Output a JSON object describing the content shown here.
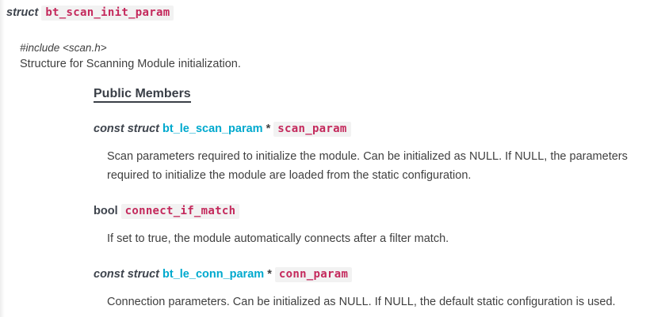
{
  "colors": {
    "accent_crimson": "#c4295c",
    "link_cyan": "#00a9ce",
    "text": "#404040",
    "chip_background": "#f2f2f2"
  },
  "struct": {
    "keyword": "struct",
    "name": "bt_scan_init_param",
    "include": "#include <scan.h>",
    "brief": "Structure for Scanning Module initialization."
  },
  "members": {
    "heading": "Public Members",
    "items": [
      {
        "keywords": "const struct",
        "keywords_italic": true,
        "type_link": "bt_le_scan_param",
        "pointer": "*",
        "name": "scan_param",
        "description": "Scan parameters required to initialize the module. Can be initialized as NULL. If NULL, the parameters required to initialize the module are loaded from the static configuration."
      },
      {
        "keywords": "bool",
        "keywords_italic": false,
        "type_link": "",
        "pointer": "",
        "name": "connect_if_match",
        "description": "If set to true, the module automatically connects after a filter match."
      },
      {
        "keywords": "const struct",
        "keywords_italic": true,
        "type_link": "bt_le_conn_param",
        "pointer": "*",
        "name": "conn_param",
        "description": "Connection parameters. Can be initialized as NULL. If NULL, the default static configuration is used."
      }
    ]
  }
}
